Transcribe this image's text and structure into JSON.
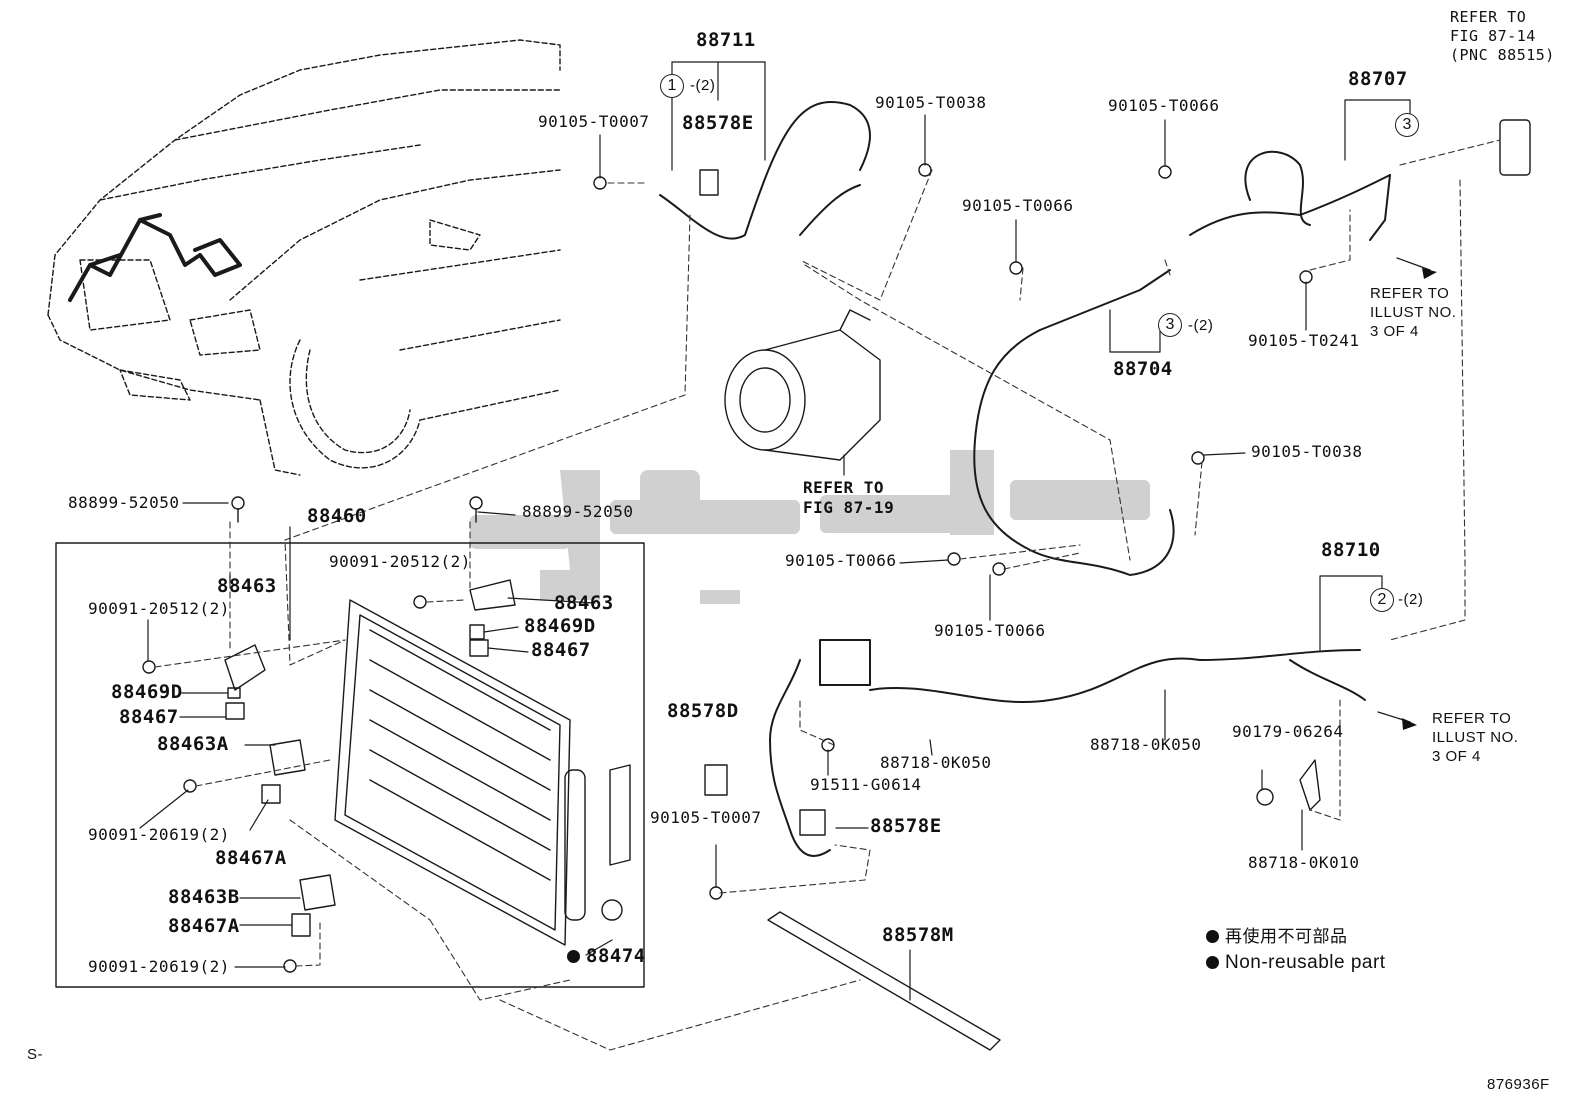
{
  "diagram": {
    "parts": {
      "p88711": "88711",
      "p88578E_top": "88578E",
      "p90105_T0007_top": "90105-T0007",
      "p90105_T0038_top": "90105-T0038",
      "p90105_T0066_a": "90105-T0066",
      "p90105_T0066_b": "90105-T0066",
      "p88707": "88707",
      "p88704": "88704",
      "p90105_T0241": "90105-T0241",
      "p90105_T0038_mid": "90105-T0038",
      "p88899_52050_left": "88899-52050",
      "p88899_52050_right": "88899-52050",
      "p88460": "88460",
      "p90091_20512_top": "90091-20512(2)",
      "p88463_left": "88463",
      "p88463_right": "88463",
      "p90091_20512_left": "90091-20512(2)",
      "p88469D_right": "88469D",
      "p88467_right": "88467",
      "p88469D_left": "88469D",
      "p88467_left": "88467",
      "p88463A": "88463A",
      "p90091_20619_a": "90091-20619(2)",
      "p88467A_a": "88467A",
      "p88463B": "88463B",
      "p88467A_b": "88467A",
      "p90091_20619_b": "90091-20619(2)",
      "p88474": "88474",
      "p90105_T0066_c": "90105-T0066",
      "p90105_T0066_d": "90105-T0066",
      "p88710": "88710",
      "p88578D": "88578D",
      "p90105_T0007_bot": "90105-T0007",
      "p91511_G0614": "91511-G0614",
      "p88578E_bot": "88578E",
      "p88718_0K050_a": "88718-0K050",
      "p88718_0K050_b": "88718-0K050",
      "p90179_06264": "90179-06264",
      "p88718_0K010": "88718-0K010",
      "p88578M": "88578M"
    },
    "callouts": {
      "c1": "1",
      "c1_qty": "-(2)",
      "c2": "2",
      "c2_qty": "-(2)",
      "c3_top": "3",
      "c3_mid": "3",
      "c3_qty": "-(2)"
    },
    "references": {
      "fig_87_14": [
        "REFER TO",
        "FIG 87-14",
        "(PNC 88515)"
      ],
      "fig_87_19": [
        "REFER TO",
        "FIG 87-19"
      ],
      "illust_top": [
        "REFER TO",
        "ILLUST NO.",
        "3 OF 4"
      ],
      "illust_bottom": [
        "REFER TO",
        "ILLUST NO.",
        "3 OF 4"
      ]
    },
    "legend": {
      "chinese": "再使用不可部品",
      "english": "Non-reusable part"
    },
    "footer": {
      "left_code": "S-",
      "figure_code": "876936F"
    },
    "colors": {
      "line": "#1a1a1a",
      "watermark": "#c8c8c8"
    }
  }
}
